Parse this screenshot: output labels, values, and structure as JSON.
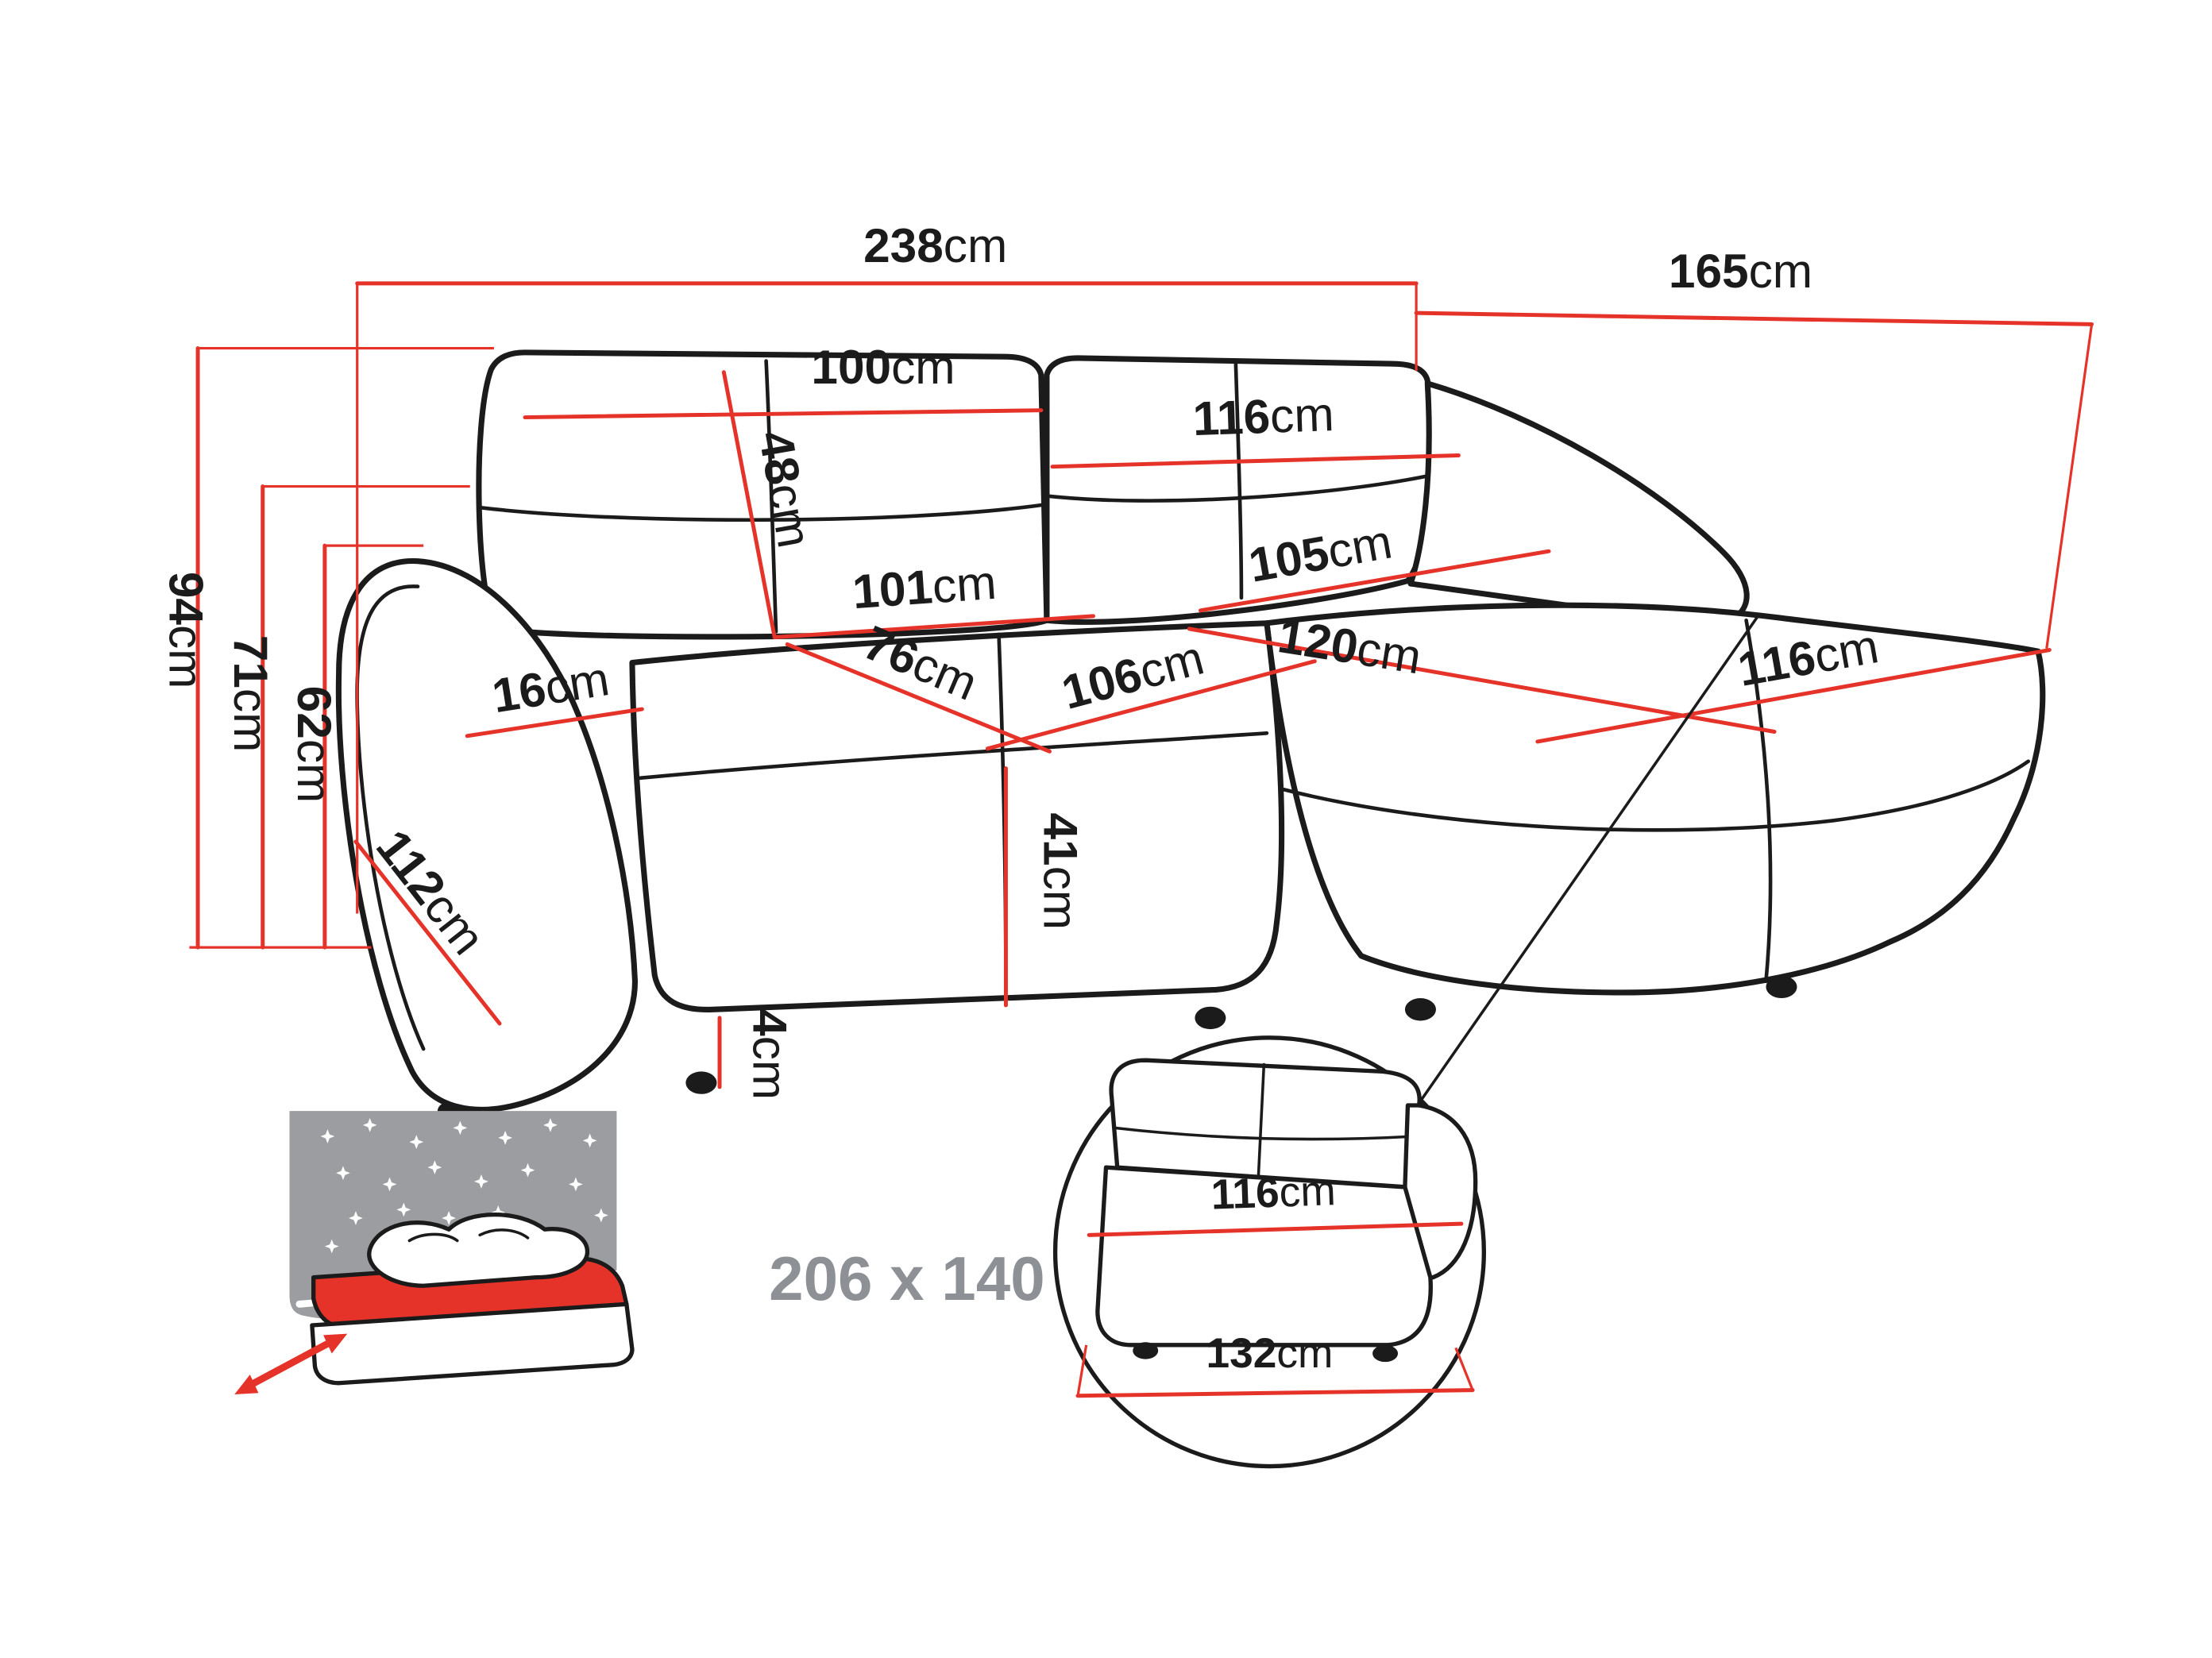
{
  "colors": {
    "dimension_red": "#e5332a",
    "outline_black": "#1b1b1b",
    "headboard_gray": "#9b9da0",
    "text_gray": "#8d9196"
  },
  "dimensions": {
    "overall_width": {
      "value": "238",
      "unit": "cm"
    },
    "total_depth": {
      "value": "165",
      "unit": "cm"
    },
    "total_height": {
      "value": "94",
      "unit": "cm"
    },
    "backrest_height": {
      "value": "71",
      "unit": "cm"
    },
    "armrest_height": {
      "value": "62",
      "unit": "cm"
    },
    "left_backrest_width": {
      "value": "100",
      "unit": "cm"
    },
    "backrest_cushion_height": {
      "value": "48",
      "unit": "cm"
    },
    "right_backrest_width": {
      "value": "116",
      "unit": "cm"
    },
    "seat_back_width": {
      "value": "101",
      "unit": "cm"
    },
    "corner_seat_width": {
      "value": "105",
      "unit": "cm"
    },
    "chaise_depth": {
      "value": "120",
      "unit": "cm"
    },
    "seat_depth": {
      "value": "76",
      "unit": "cm"
    },
    "seat_front_width": {
      "value": "106",
      "unit": "cm"
    },
    "chaise_front_width": {
      "value": "116",
      "unit": "cm"
    },
    "armrest_top_width": {
      "value": "16",
      "unit": "cm"
    },
    "armrest_length": {
      "value": "112",
      "unit": "cm"
    },
    "seat_front_height": {
      "value": "41",
      "unit": "cm"
    },
    "leg_height": {
      "value": "4",
      "unit": "cm"
    }
  },
  "detail_view": {
    "module_back_width": {
      "value": "116",
      "unit": "cm"
    },
    "module_total_width": {
      "value": "132",
      "unit": "cm"
    }
  },
  "sleeping_area": {
    "label": "206 x 140"
  }
}
